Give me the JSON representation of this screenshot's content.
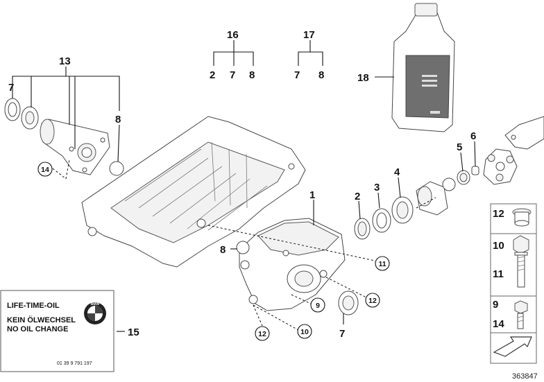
{
  "callouts": {
    "n1": "1",
    "n2": "2",
    "n3": "3",
    "n4": "4",
    "n5": "5",
    "n6": "6",
    "n7_top": "7",
    "n7_bottom": "7",
    "n8_left": "8",
    "n8_mid": "8",
    "n9": "9",
    "n10": "10",
    "n11": "11",
    "n12": "12",
    "n13": "13",
    "n15": "15",
    "n18": "18"
  },
  "circled": {
    "c14": "14",
    "c11": "11",
    "c12a": "12",
    "c12b": "12",
    "c9": "9",
    "c10": "10"
  },
  "group16": {
    "head": "16",
    "a": "2",
    "b": "7",
    "c": "8"
  },
  "group17": {
    "head": "17",
    "a": "7",
    "b": "8"
  },
  "group13": {
    "a": "7"
  },
  "oil_label": {
    "line1": "LIFE-TIME-OIL",
    "line2": "KEIN ÖLWECHSEL",
    "line3": "NO OIL CHANGE",
    "part_no": "01 39 9 791 197",
    "logo": "BMW",
    "logo_icon": "bmw-roundel-icon"
  },
  "side_panel": {
    "items": [
      {
        "label": "12"
      },
      {
        "label": "10"
      },
      {
        "label": "11"
      },
      {
        "label": "9"
      },
      {
        "label": "14"
      }
    ],
    "arrow_icon": "direction-arrow-icon"
  },
  "diagram_id": "363847"
}
